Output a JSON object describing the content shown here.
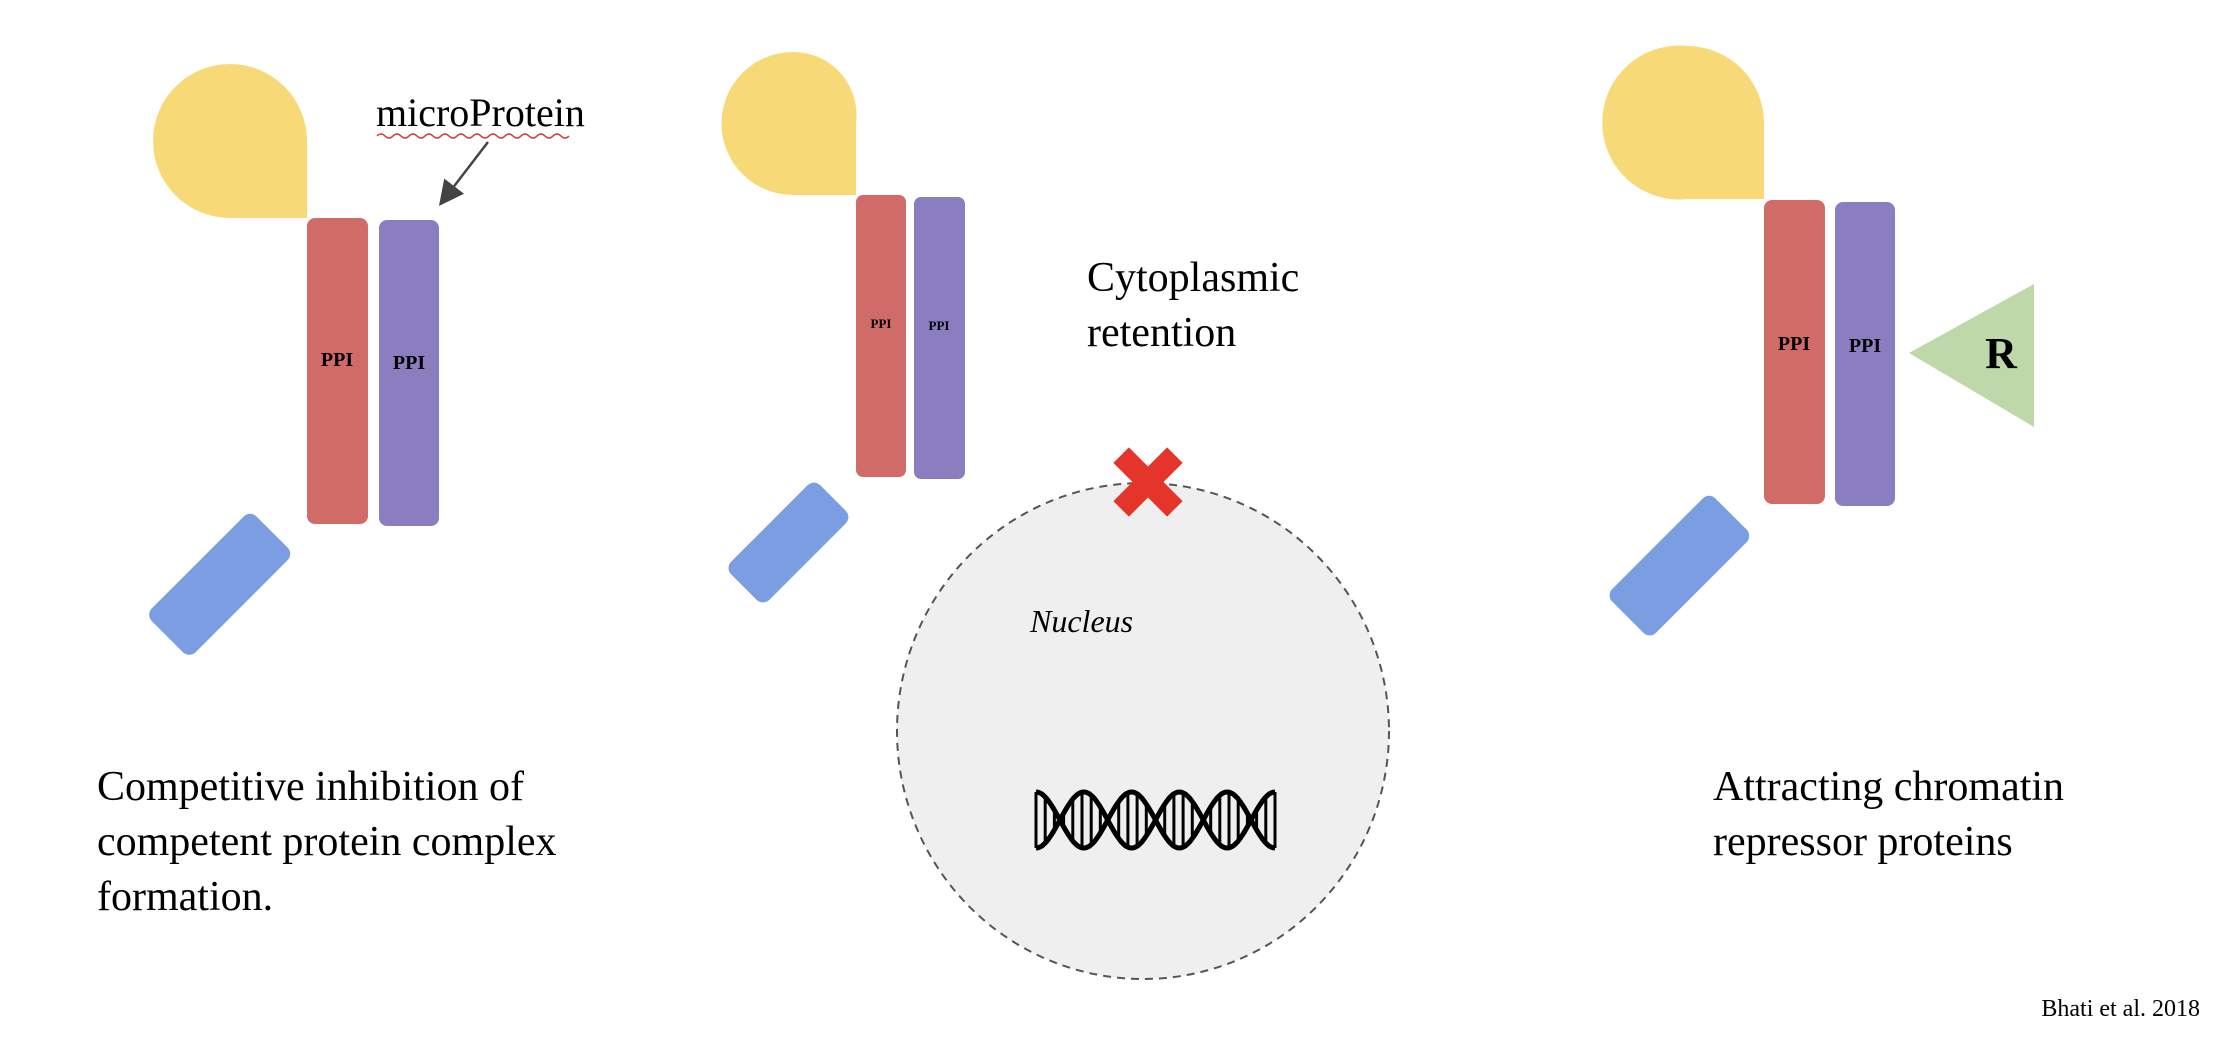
{
  "labels": {
    "microprotein": "microProtein",
    "ppi": "PPI",
    "cytoplasmic_line1": "Cytoplasmic",
    "cytoplasmic_line2": "retention",
    "nucleus": "Nucleus",
    "repressor": "R",
    "caption_left_line1": "Competitive inhibition of",
    "caption_left_line2": "competent protein complex",
    "caption_left_line3": "formation.",
    "caption_right_line1": "Attracting chromatin",
    "caption_right_line2": "repressor proteins",
    "citation": "Bhati et al. 2018"
  },
  "colors": {
    "yellow_domain": "#F7D977",
    "red_ppi": "#D16B68",
    "purple_ppi": "#8A7EC0",
    "blue_domain": "#7B9EE3",
    "green_repressor": "#BFD8A9",
    "nucleus_fill": "#EFEFEF",
    "cross_red": "#E5352B"
  },
  "icons": {
    "blocked": "red-x-icon",
    "dna": "dna-helix-icon",
    "arrow": "arrow-icon"
  }
}
